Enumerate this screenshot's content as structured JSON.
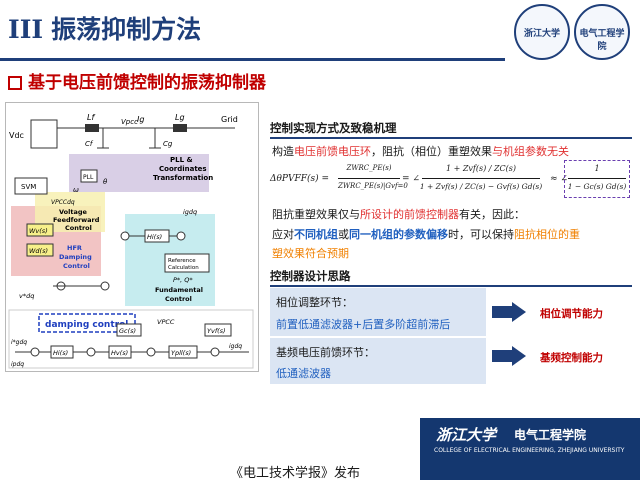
{
  "title": {
    "roman": "III",
    "text": "振荡抑制方法"
  },
  "logos": {
    "left_text": "浙江大学",
    "right_text": "电气工程学院"
  },
  "section_heading": "基于电压前馈控制的振荡抑制器",
  "diagram": {
    "labels": {
      "vdc": "Vdc",
      "lf": "Lf",
      "vpcc": "Vpcc",
      "ig": "Ig",
      "lg": "Lg",
      "grid": "Grid",
      "cf": "Cf",
      "cg": "Cg",
      "svm": "SVM",
      "pll": "PLL &",
      "coordinates": "Coordinates",
      "transformation": "Transformation",
      "pll_box": "PLL",
      "omega": "ω",
      "theta": "θ",
      "vpccdq": "VPCCdq",
      "voltage": "Voltage",
      "feedforward": "Feedforward",
      "control": "Control",
      "wv": "Wv(s)",
      "wd": "Wd(s)",
      "hfr": "HFR",
      "damping": "Damping",
      "control2": "Control",
      "hi": "Hi(s)",
      "reference": "Reference",
      "calculation": "Calculation",
      "pq": "P*, Q*",
      "fundamental": "Fundamental",
      "control3": "Control",
      "igdq": "igdq",
      "vdq": "v*dq",
      "damping_control": "damping control",
      "gc": "Gc(s)",
      "vpcc2": "VPCC",
      "h1": "Hi(s)",
      "h2": "Hv(s)",
      "yvf": "Yvf(s)",
      "ypll": "Ypll(s)",
      "ipdq": "ipdq",
      "igdq_out": "igdq",
      "igdq_ref": "i*gdq"
    }
  },
  "panel": {
    "heading1": "控制实现方式及致稳机理",
    "line1_pre": "构造",
    "line1_red": "电压前馈电压环",
    "line1_mid": "，阻抗（相位）重塑效果",
    "line1_red2": "与机组参数无关",
    "formula": {
      "lhs": "ΔθPVFF(s) =",
      "num1": "ZWRC_PE(s)",
      "den1": "ZWRC_PE(s)|Gvf=0",
      "angle": "= ∠",
      "num2": "1 + Zvf(s) / ZC(s)",
      "den2": "1 + Zvf(s) / ZC(s) − Gvf(s) Gd(s)",
      "approx": "≈ ∠",
      "num3": "1",
      "den3": "1 − Gc(s) Gd(s)"
    },
    "line2_pre": "阻抗重塑效果仅与",
    "line2_red": "所设计的前馈控制器",
    "line2_post": "有关，因此：",
    "line3_pre": "应对",
    "line3_blue1": "不同机组",
    "line3_mid": "或",
    "line3_blue2": "同一机组的参数偏移",
    "line3_post": "时，可以保持",
    "line3_orange": "阻抗相位的重",
    "line4_orange": "塑效果符合预期",
    "heading2": "控制器设计思路",
    "box1_line1": "相位调整环节：",
    "box1_line2": "前置低通滤波器+后置多阶超前滞后",
    "box1_caption": "相位调节能力",
    "box2_line1": "基频电压前馈环节：",
    "box2_line2": "低通滤波器",
    "box2_caption": "基频控制能力"
  },
  "footer": {
    "left": "《电工技术学报》发布",
    "zju": "浙江大学",
    "dept": "电气工程学院",
    "dept_en": "COLLEGE OF ELECTRICAL ENGINEERING, ZHEJIANG UNIVERSITY"
  },
  "colors": {
    "title_blue": "#1f3f7a",
    "accent_red": "#c00000",
    "footer_blue": "#14376f",
    "box_fill": "#dbe5f3"
  }
}
